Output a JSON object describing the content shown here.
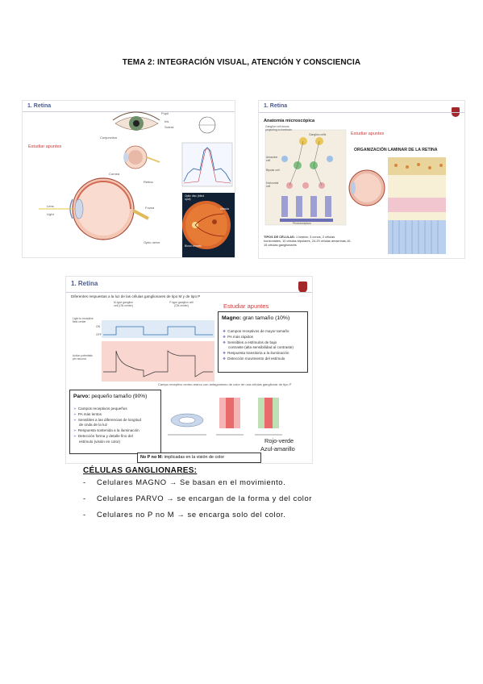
{
  "page_title": "TEMA 2: INTEGRACIÓN VISUAL, ATENCIÓN Y CONSCIENCIA",
  "slide1": {
    "heading": "1. Retina",
    "sticker": "Estudiar apuntes",
    "labels": {
      "pupil": "Pupil",
      "iris": "Iris",
      "sclera": "Sclera",
      "conjunctiva": "Conjunctiva",
      "cornea": "Cornea",
      "optic_nerve": "Optic nerve",
      "retina": "Retina",
      "fovea": "Fovea",
      "lens": "Lens",
      "light": "Light",
      "optic_disc": "Optic disc (blind spot)",
      "macula": "Macula",
      "blood_vessels": "Blood vessels"
    }
  },
  "slide2": {
    "heading": "1. Retina",
    "subheading": "Anatomía microscópica",
    "sticker": "Estudiar apuntes",
    "laminar_title": "ORGANIZACIÓN LAMINAR DE LA RETINA",
    "labels": {
      "ganglion_axon": "Ganglion cell axons projecting to forebrain",
      "ganglion_cell": "Ganglion cells",
      "amacrine": "Amacrine cell",
      "bipolar": "Bipolar cell",
      "horizontal": "Horizontal cell",
      "photoreceptors": "Photoreceptors"
    },
    "cell_types_bold": "TIPOS DE CÉLULAS:",
    "cell_types": "1 bastón, 3 conos, 2 células horizontales, 10 células bipolares, 24-29 células amacrinas,10-15 células ganglionares"
  },
  "slide3": {
    "heading": "1. Retina",
    "subheading": "Diferentes respuestas a la luz de las células ganglionares de tipo M y de tipo P",
    "sticker": "Estudiar apuntes",
    "m_type": "M-type ganglion cell (ON center)",
    "p_type": "P-type ganglion cell (ON center)",
    "light_label": "Light to receptive field center",
    "on": "ON",
    "off": "OFF",
    "action_label": "Action potentials per second",
    "magno": {
      "title_bold": "Magno:",
      "title_rest": "gran tamaño (10%)",
      "items": [
        "Campos receptivos de mayor tamaño",
        "PA más rápidos",
        "Sensibles a estímulos de bajo",
        "contraste (alta sensibilidad al contraste)",
        "Respuesta transitoria a la iluminación",
        "Detección movimiento del estímulo"
      ]
    },
    "center_surround": "Campo receptivo centro-marco con antagonismo de color de una células ganglionar de tipo P",
    "parvo": {
      "title_bold": "Parvo:",
      "title_rest": "pequeño tamaño (90%)",
      "items": [
        "Campos receptivos pequeños",
        "PA más lentos",
        "Sensibles a las diferencias de longitud",
        "de onda de la luz",
        "Respuesta sostenida a la iluminación",
        "Detección forma y detalle fino del",
        "estímulo (visión en color)"
      ]
    },
    "rojo_verde": "Rojo-verde",
    "azul_amarillo": "Azul-amarillo",
    "no_p_no_m_bold": "No P no M:",
    "no_p_no_m_rest": "implicadas en la visión de color"
  },
  "section_title": "CÉLULAS GANGLIONARES:",
  "bullets": [
    {
      "dash": "-",
      "text": "Celulares MAGNO → Se basan en el movimiento."
    },
    {
      "dash": "-",
      "text": "Celulares PARVO → se encargan de la forma y del color"
    },
    {
      "dash": "-",
      "text": "Celulares no P no M → se encarga solo del color."
    }
  ],
  "colors": {
    "accent_red": "#d13a3a",
    "heading_blue": "#4a5a8c",
    "magno_diamond": "#6a5fb8"
  }
}
